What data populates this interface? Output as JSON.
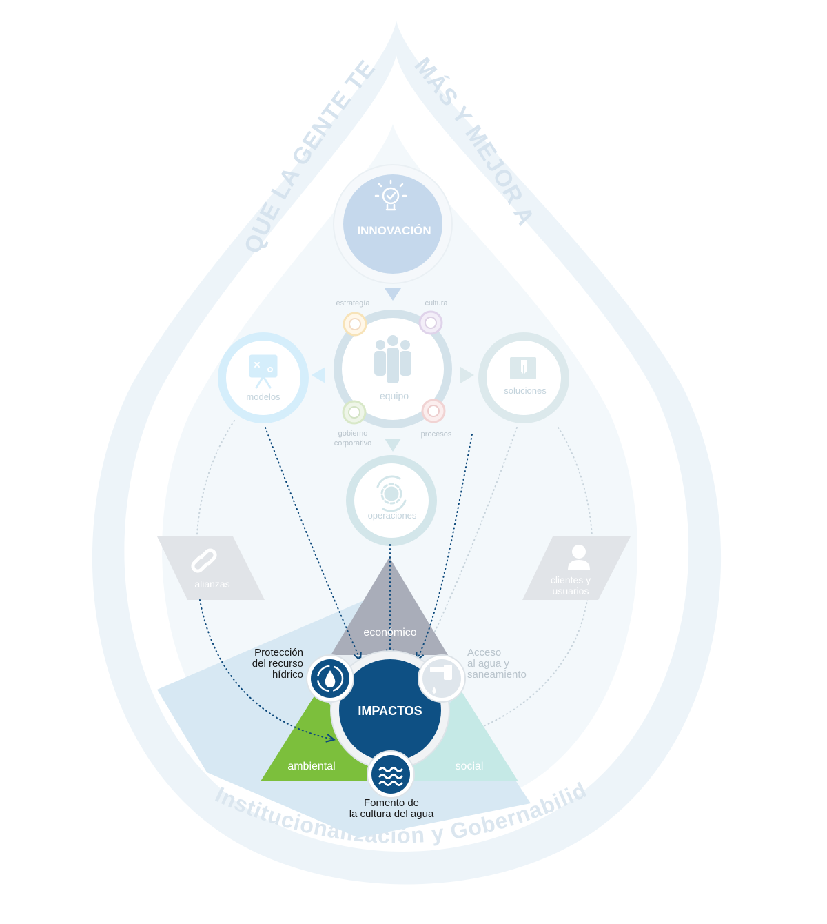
{
  "slogan": {
    "left": "QUE LA GENTE TENGA",
    "right": "MÁS Y MEJOR AGUA",
    "bottom": "Institucionalización y Gobernabilidad"
  },
  "innovation": {
    "label": "INNOVACIÓN",
    "icon": "lightbulb-icon"
  },
  "team": {
    "label": "equipo",
    "icon": "people-icon",
    "satellites": {
      "strategy": "estrategía",
      "culture": "cultura",
      "governance_line1": "gobierno",
      "governance_line2": "corporativo",
      "processes": "procesos"
    }
  },
  "models": {
    "label": "modelos",
    "icon": "presentation-board-icon"
  },
  "solutions": {
    "label": "soluciones",
    "icon": "box-icon"
  },
  "operations": {
    "label": "operaciones",
    "icon": "gear-cycle-icon"
  },
  "alliances": {
    "label": "alianzas",
    "icon": "link-icon"
  },
  "clients": {
    "label_line1": "clientes y",
    "label_line2": "usuarios",
    "icon": "user-icon"
  },
  "impacts": {
    "label": "IMPACTOS",
    "economic": "económico",
    "environmental": "ambiental",
    "social": "social",
    "water_protection": {
      "line1": "Protección",
      "line2": "del recurso",
      "line3": "hídrico",
      "icon": "water-drop-cycle-icon"
    },
    "water_access": {
      "line1": "Acceso",
      "line2": "al agua y",
      "line3": "saneamiento",
      "icon": "faucet-icon"
    },
    "water_culture": {
      "line1": "Fomento de",
      "line2": "la cultura del agua",
      "icon": "waves-icon"
    }
  },
  "colors": {
    "drop_outer": "#edf4f9",
    "drop_band": "#e3edf5",
    "drop_inner": "#f3f8fb",
    "slogan_text": "#d6e3ee",
    "innovation": "#c5d8ec",
    "team_ring": "#d3e2ea",
    "models_ring": "#d5eefb",
    "solutions_ring": "#dce9ec",
    "operations_ring": "#d3e6ea",
    "parallelogram": "#e1e4e8",
    "economic": "#a9adb9",
    "environmental": "#7cbf3c",
    "social": "#c5e9e6",
    "impacts_core": "#0e5084",
    "dotted_line": "#0e4a7c"
  }
}
